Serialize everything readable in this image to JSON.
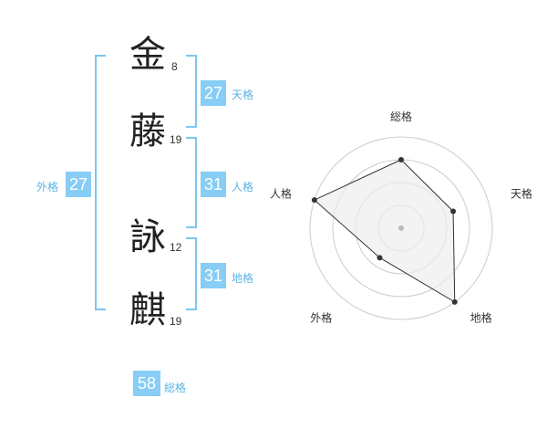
{
  "characters": [
    {
      "char": "金",
      "strokes": "8"
    },
    {
      "char": "藤",
      "strokes": "19"
    },
    {
      "char": "詠",
      "strokes": "12"
    },
    {
      "char": "麒",
      "strokes": "19"
    }
  ],
  "fortune": {
    "tenkaku": {
      "value": "27",
      "label": "天格"
    },
    "jinkaku": {
      "value": "31",
      "label": "人格"
    },
    "chikaku": {
      "value": "31",
      "label": "地格"
    },
    "gaikaku": {
      "value": "27",
      "label": "外格"
    },
    "soukaku": {
      "value": "58",
      "label": "総格"
    }
  },
  "radar": {
    "axes": [
      "総格",
      "天格",
      "地格",
      "外格",
      "人格"
    ],
    "levels": 4,
    "values": [
      0.75,
      0.6,
      1.0,
      0.4,
      1.0
    ],
    "grid_color": "#cccccc",
    "fill_color": "#eeeeee",
    "line_color": "#333333"
  }
}
